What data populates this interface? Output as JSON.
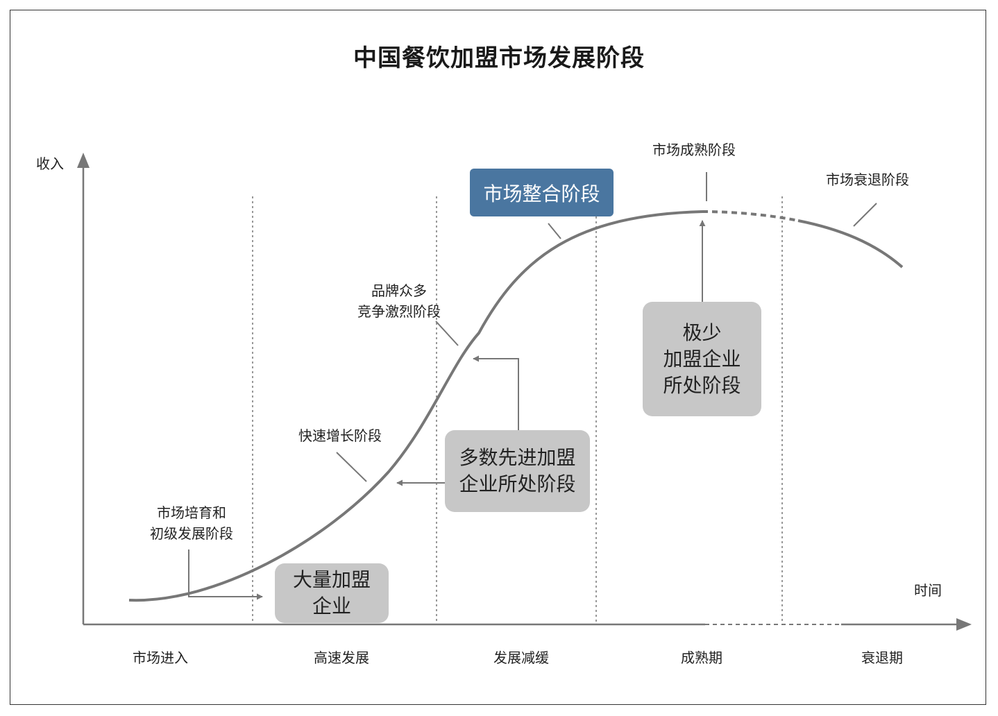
{
  "title": "中国餐饮加盟市场发展阶段",
  "axes": {
    "y_label": "收入",
    "x_label": "时间"
  },
  "periods": [
    "市场进入",
    "高速发展",
    "发展减缓",
    "成熟期",
    "衰退期"
  ],
  "curve_labels": {
    "incubation": [
      "市场培育和",
      "初级发展阶段"
    ],
    "rapid_growth": "快速增长阶段",
    "competition": [
      "品牌众多",
      "竞争激烈阶段"
    ],
    "mature": "市场成熟阶段",
    "decline": "市场衰退阶段"
  },
  "boxes": {
    "integration": "市场整合阶段",
    "many_franchises": [
      "大量加盟",
      "企业"
    ],
    "advanced_franchises": [
      "多数先进加盟",
      "企业所处阶段"
    ],
    "few_franchises": [
      "极少",
      "加盟企业",
      "所处阶段"
    ]
  },
  "colors": {
    "axis": "#777777",
    "curve": "#777777",
    "box_gray": "#c7c7c7",
    "box_blue": "#4a76a0"
  }
}
